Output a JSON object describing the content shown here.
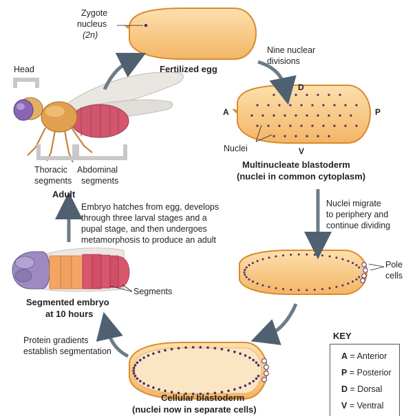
{
  "colors": {
    "egg_fill": "#f7c98a",
    "egg_stroke": "#d98a2e",
    "nucleus": "#4b2e6b",
    "arrow": "#4f6170"
  },
  "stages": {
    "fertilized_egg": {
      "title": "Fertilized egg",
      "zygote_line1": "Zygote",
      "zygote_line2": "nucleus",
      "zygote_line3": "(2n)"
    },
    "step1_line1": "Nine nuclear",
    "step1_line2": "divisions",
    "multinucleate": {
      "axis_a": "A",
      "axis_p": "P",
      "axis_d": "D",
      "axis_v": "V",
      "nuclei_label": "Nuclei",
      "title_line1": "Multinucleate blastoderm",
      "title_line2": "(nuclei in common cytoplasm)"
    },
    "step2_line1": "Nuclei migrate",
    "step2_line2": "to periphery and",
    "step2_line3": "continue dividing",
    "pole_cells_line1": "Pole",
    "pole_cells_line2": "cells",
    "cellular": {
      "title_line1": "Cellular blastoderm",
      "title_line2": "(nuclei now in separate cells)"
    },
    "step3_line1": "Protein gradients",
    "step3_line2": "establish segmentation",
    "segmented": {
      "segments_label": "Segments",
      "title_line1": "Segmented embryo",
      "title_line2": "at 10 hours"
    },
    "step4_line1": "Embryo hatches from egg, develops",
    "step4_line2": "through three larval stages and a",
    "step4_line3": "pupal stage, and then undergoes",
    "step4_line4": "metamorphosis to produce an adult",
    "adult": {
      "head_label": "Head",
      "thoracic_line1": "Thoracic",
      "thoracic_line2": "segments",
      "abdominal_line1": "Abdominal",
      "abdominal_line2": "segments",
      "title": "Adult"
    }
  },
  "key": {
    "title": "KEY",
    "items": [
      {
        "letter": "A",
        "meaning": "= Anterior"
      },
      {
        "letter": "P",
        "meaning": "= Posterior"
      },
      {
        "letter": "D",
        "meaning": "= Dorsal"
      },
      {
        "letter": "V",
        "meaning": "= Ventral"
      }
    ]
  }
}
